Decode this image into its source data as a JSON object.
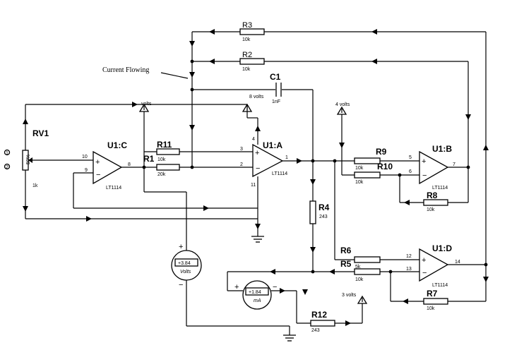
{
  "components": {
    "resistors": [
      {
        "ref": "R3",
        "value": "10k"
      },
      {
        "ref": "R2",
        "value": "10k"
      },
      {
        "ref": "R11",
        "value": "10k"
      },
      {
        "ref": "R1",
        "value": "20k"
      },
      {
        "ref": "R9",
        "value": "10k"
      },
      {
        "ref": "R10",
        "value": "10k"
      },
      {
        "ref": "R8",
        "value": "10k"
      },
      {
        "ref": "R4",
        "value": "243"
      },
      {
        "ref": "R6",
        "value": "5k"
      },
      {
        "ref": "R5",
        "value": "10k"
      },
      {
        "ref": "R7",
        "value": "10k"
      },
      {
        "ref": "R12",
        "value": "243"
      }
    ],
    "capacitor": {
      "ref": "C1",
      "value": "1nF"
    },
    "potentiometer": {
      "ref": "RV1",
      "value": "1k",
      "pin_top": "1",
      "pin_bottom": "2",
      "mark": "50%"
    },
    "opamps": [
      {
        "ref": "U1:C",
        "part": "LT1114",
        "pin_plus": "10",
        "pin_minus": "9",
        "pin_out": "8"
      },
      {
        "ref": "U1:A",
        "part": "LT1114",
        "pin_plus": "3",
        "pin_minus": "2",
        "pin_out": "1",
        "pin_vplus": "4",
        "pin_vminus": "11"
      },
      {
        "ref": "U1:B",
        "part": "LT1114",
        "pin_plus": "5",
        "pin_minus": "6",
        "pin_out": "7"
      },
      {
        "ref": "U1:D",
        "part": "LT1114",
        "pin_plus": "12",
        "pin_minus": "13",
        "pin_out": "14"
      }
    ]
  },
  "sources": {
    "v8": "8 volts",
    "v4": "4 volts",
    "v3": "3 volts",
    "vsmall": "volts"
  },
  "meters": {
    "voltmeter": {
      "reading": "+3.84",
      "unit": "Volts",
      "plus": "+",
      "minus": "−"
    },
    "ammeter": {
      "reading": "+1.84",
      "unit": "mA",
      "plus": "+",
      "minus": "−"
    }
  },
  "annotation": "Current Flowing"
}
